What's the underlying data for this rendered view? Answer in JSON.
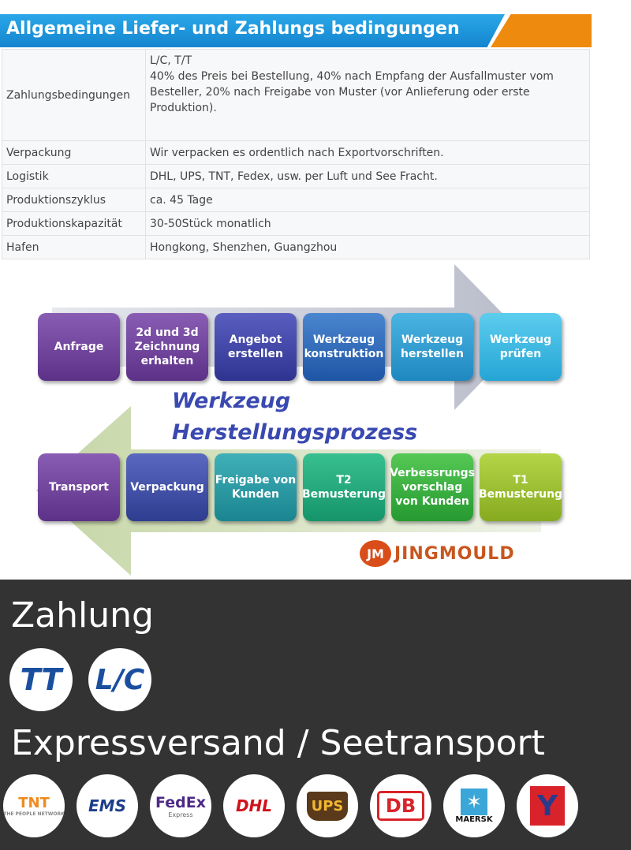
{
  "banner": {
    "title": "Allgemeine Liefer- und Zahlungs bedingungen"
  },
  "terms": [
    {
      "label": "Zahlungsbedingungen",
      "lines": [
        "L/C, T/T",
        "40% des Preis bei Bestellung, 40% nach Empfang der Ausfallmuster vom Besteller, 20% nach Freigabe von Muster (vor Anlieferung oder erste Produktion)."
      ]
    },
    {
      "label": "Verpackung",
      "value": "Wir verpacken es ordentlich nach Exportvorschriften."
    },
    {
      "label": "Logistik",
      "value": "DHL, UPS, TNT, Fedex, usw. per Luft und See Fracht."
    },
    {
      "label": "Produktionszyklus",
      "value": "ca. 45 Tage"
    },
    {
      "label": "Produktionskapazität",
      "value": "30-50Stück monatlich"
    },
    {
      "label": "Hafen",
      "value": "Hongkong, Shenzhen, Guangzhou"
    }
  ],
  "process": {
    "title1": "Werkzeug",
    "title2": "Herstellungsprozess",
    "row1": [
      "Anfrage",
      "2d und 3d Zeichnung erhalten",
      "Angebot erstellen",
      "Werkzeug konstruktion",
      "Werkzeug herstellen",
      "Werkzeug prüfen"
    ],
    "row2": [
      "Transport",
      "Verpackung",
      "Freigabe von Kunden",
      "T2 Bemusterung",
      "Verbessrungs vorschlag von Kunden",
      "T1 Bemusterung"
    ],
    "logo_mark": "JM",
    "logo_text": "JINGMOULD"
  },
  "payment": {
    "heading": "Zahlung",
    "methods": [
      "TT",
      "L/C"
    ]
  },
  "shipping": {
    "heading": "Expressversand / Seetransport",
    "carriers": [
      "TNT",
      "EMS",
      "FedEx",
      "DHL",
      "UPS",
      "DB",
      "MAERSK",
      "Y"
    ],
    "tnt_sub": "THE PEOPLE NETWORK",
    "fedex_sub": "Express"
  }
}
